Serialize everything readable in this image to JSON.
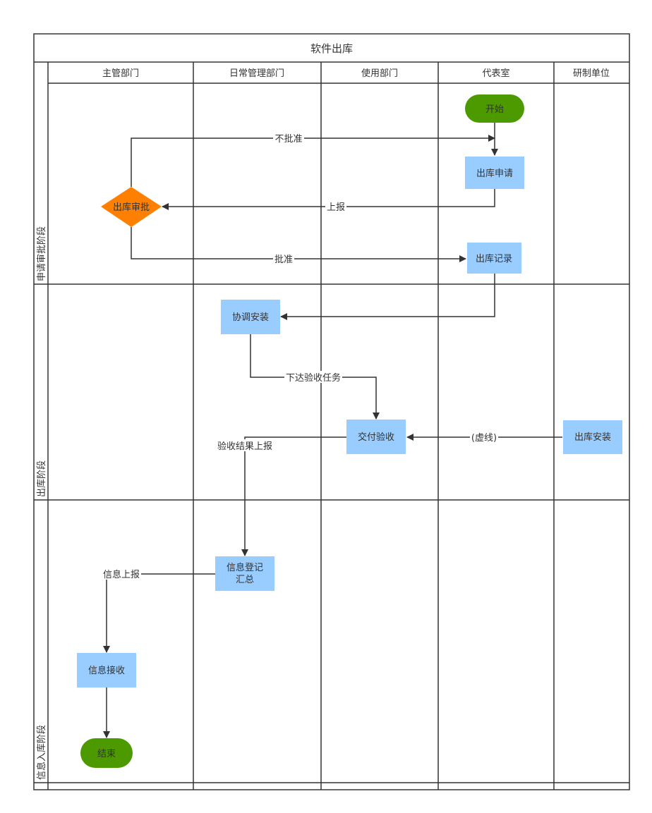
{
  "title": "软件出库",
  "columns": [
    "主管部门",
    "日常管理部门",
    "使用部门",
    "代表室",
    "研制单位"
  ],
  "phases": [
    "申请审批阶段",
    "出库阶段",
    "信息入库阶段"
  ],
  "nodes": {
    "start": "开始",
    "apply": "出库申请",
    "approve": "出库审批",
    "record": "出库记录",
    "coord": "协调安装",
    "deliver": "交付验收",
    "install": "出库安装",
    "reg1": "信息登记",
    "reg2": "汇总",
    "receive": "信息接收",
    "end": "结束"
  },
  "edges": {
    "reject": "不批准",
    "report": "上报",
    "approved": "批准",
    "task": "下达验收任务",
    "dashed": "(虚线)",
    "result": "验收结果上报",
    "inforeport": "信息上报"
  },
  "colors": {
    "process": "#99ccff",
    "terminal": "#4d9900",
    "decision": "#ff8000",
    "line": "#333333"
  }
}
